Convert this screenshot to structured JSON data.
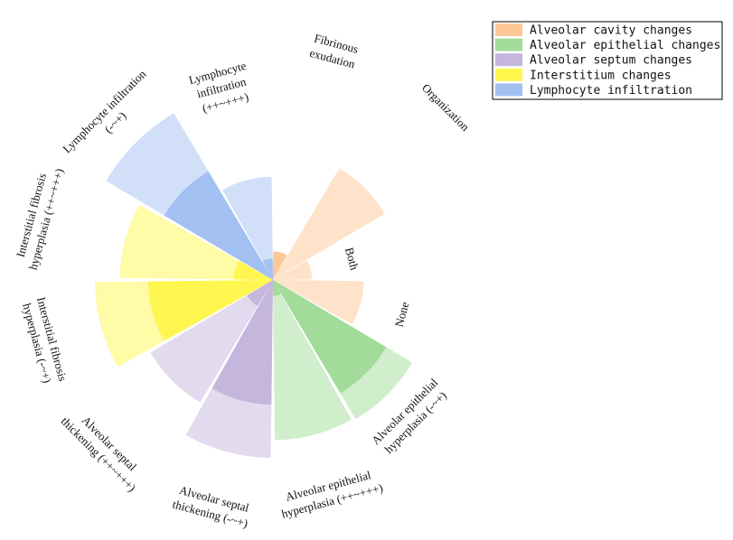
{
  "chart_data": {
    "type": "polar-bar",
    "legend": {
      "placement": "top-right",
      "entries": [
        {
          "name": "Alveolar cavity changes",
          "color": "#fdc896"
        },
        {
          "name": "Alveolar epithelial changes",
          "color": "#a2db9a"
        },
        {
          "name": "Alveolar septum changes",
          "color": "#c5b6dd"
        },
        {
          "name": "Interstitium changes",
          "color": "#fff74f"
        },
        {
          "name": "Lymphocyte infiltration",
          "color": "#a3c0f2"
        }
      ]
    },
    "sectors": [
      {
        "label": [
          "Fibrinous",
          "exudation"
        ],
        "group": 0,
        "inner": 0.16,
        "outer": 0.16
      },
      {
        "label": [
          "Organization"
        ],
        "group": 0,
        "inner": 0.0,
        "outer": 0.73
      },
      {
        "label": [
          "Both"
        ],
        "group": 0,
        "inner": 0.0,
        "outer": 0.22
      },
      {
        "label": [
          "None"
        ],
        "group": 0,
        "inner": 0.0,
        "outer": 0.51
      },
      {
        "label": [
          "Alveolar epithelial",
          "hyperplasia (-~+)"
        ],
        "group": 1,
        "inner": 0.74,
        "outer": 0.91
      },
      {
        "label": [
          "Alveolar epithelial",
          "hyperplasia (++~+++)"
        ],
        "group": 1,
        "inner": 0.09,
        "outer": 0.9
      },
      {
        "label": [
          "Alveolar septal",
          "thickening (-~+)"
        ],
        "group": 2,
        "inner": 0.7,
        "outer": 1.0
      },
      {
        "label": [
          "Alveolar septal",
          "thickening (++~+++)"
        ],
        "group": 2,
        "inner": 0.17,
        "outer": 0.8
      },
      {
        "label": [
          "Interstitial fibrosis",
          "hyperplasia (-~+)"
        ],
        "group": 3,
        "inner": 0.7,
        "outer": 1.0
      },
      {
        "label": [
          "Interstitial fibrosis",
          "hyperplasia (++~+++)"
        ],
        "group": 3,
        "inner": 0.22,
        "outer": 0.86
      },
      {
        "label": [
          "Lymphocyte infiltration",
          "(-~+)"
        ],
        "group": 4,
        "inner": 0.71,
        "outer": 1.09
      },
      {
        "label": [
          "Lymphocyte",
          "infiltration",
          "(++~+++)"
        ],
        "group": 4,
        "inner": 0.12,
        "outer": 0.58
      }
    ]
  }
}
